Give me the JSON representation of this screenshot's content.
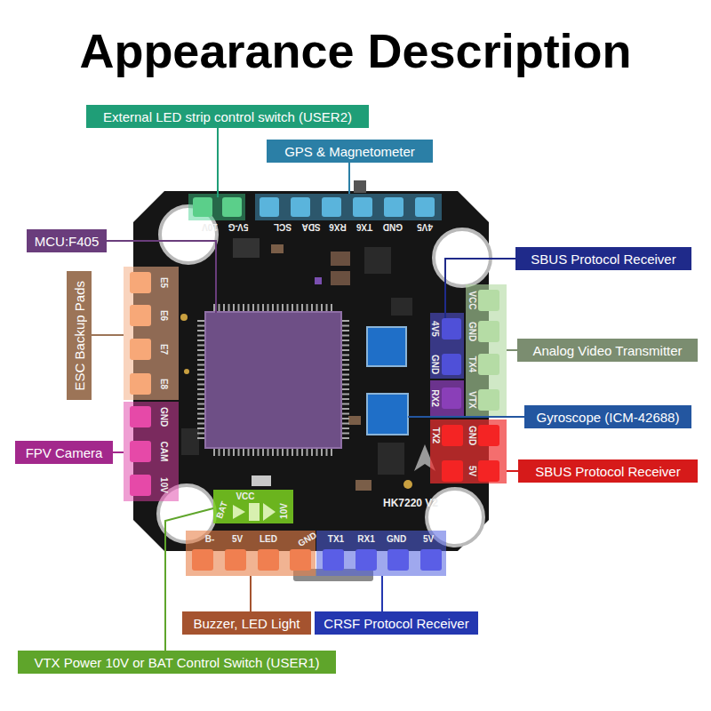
{
  "diagram": {
    "title": "Appearance Description",
    "nodes": [
      {
        "text": [
          "External LED strip control switch (USER2)"
        ]
      },
      {
        "text": [
          "GPS & Magnetometer"
        ]
      },
      {
        "text": [
          "MCU:F405"
        ]
      },
      {
        "text": [
          "SBUS Protocol Receiver"
        ]
      },
      {
        "text": [
          "ESC Backup Pads"
        ]
      },
      {
        "text": [
          "Analog Video Transmitter"
        ]
      },
      {
        "text": [
          "Gyroscope (ICM-42688)"
        ]
      },
      {
        "text": [
          "FPV Camera"
        ]
      },
      {
        "text": [
          "SBUS Protocol Receiver"
        ]
      },
      {
        "text": [
          "Buzzer, LED Light"
        ]
      },
      {
        "text": [
          "CRSF Protocol Receiver"
        ]
      },
      {
        "text": [
          "VTX Power 10V or BAT Control Switch (USER1)"
        ]
      }
    ],
    "labels": [
      "10V",
      "5V-G",
      "SCL",
      "SDA",
      "RX6",
      "TX6",
      "GND",
      "4V5",
      "E5",
      "E6",
      "E7",
      "E8",
      "GND",
      "CAM",
      "10V",
      "VCC",
      "BAT",
      "10V",
      "B-",
      "5V",
      "LED",
      "GND",
      "TX1",
      "RX1",
      "GND",
      "5V",
      "4V5",
      "GND",
      "RX2",
      "VCC",
      "GND",
      "TX4",
      "VTX",
      "TX2",
      "GND",
      "5V",
      "HK7220 V2"
    ]
  }
}
